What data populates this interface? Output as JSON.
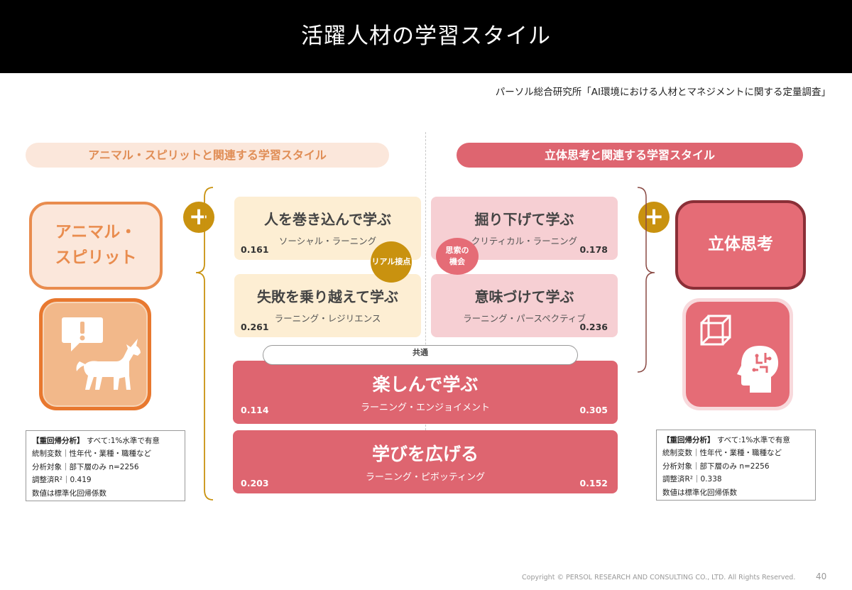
{
  "title": "活躍人材の学習スタイル",
  "source": "パーソル総合研究所「AI環境における人材とマネジメントに関する定量調査」",
  "left_header": "アニマル・スピリットと関連する学習スタイル",
  "right_header": "立体思考と関連する学習スタイル",
  "left_concept": {
    "line1": "アニマル・",
    "line2": "スピリット"
  },
  "right_concept": "立体思考",
  "plus_symbol": "+",
  "cards": {
    "social": {
      "title": "人を巻き込んで学ぶ",
      "subtitle": "ソーシャル・ラーニング",
      "left_value": "0.161"
    },
    "resilience": {
      "title": "失敗を乗り越えて学ぶ",
      "subtitle": "ラーニング・レジリエンス",
      "left_value": "0.261"
    },
    "critical": {
      "title": "掘り下げて学ぶ",
      "subtitle": "クリティカル・ラーニング",
      "right_value": "0.178"
    },
    "perspective": {
      "title": "意味づけて学ぶ",
      "subtitle": "ラーニング・パースペクティブ",
      "right_value": "0.236"
    },
    "enjoyment": {
      "title": "楽しんで学ぶ",
      "subtitle": "ラーニング・エンジョイメント",
      "left_value": "0.114",
      "right_value": "0.305"
    },
    "pivoting": {
      "title": "学びを広げる",
      "subtitle": "ラーニング・ピボッティング",
      "left_value": "0.203",
      "right_value": "0.152"
    }
  },
  "bubbles": {
    "real": "リアル接点",
    "thought": {
      "line1": "思索の",
      "line2": "機会"
    }
  },
  "common_label": "共通",
  "stats_left": {
    "heading": "【重回帰分析】",
    "significance": "すべて:1%水準で有意",
    "controls": "統制変数｜性年代・業種・職種など",
    "target": "分析対象｜部下層のみ n=2256",
    "r2": "調整済R²｜0.419",
    "note": "数値は標準化回帰係数"
  },
  "stats_right": {
    "heading": "【重回帰分析】",
    "significance": "すべて:1%水準で有意",
    "controls": "統制変数｜性年代・業種・職種など",
    "target": "分析対象｜部下層のみ n=2256",
    "r2": "調整済R²｜0.338",
    "note": "数値は標準化回帰係数"
  },
  "icons": {
    "left": [
      "exclamation-bubble-icon",
      "unicorn-icon"
    ],
    "right": [
      "cube-icon",
      "head-brain-icon"
    ]
  },
  "colors": {
    "orange": "#e98c4e",
    "pink": "#de6570",
    "gold": "#c9920f",
    "dark_red": "#8a2f37"
  },
  "copyright": "Copyright © PERSOL RESEARCH AND CONSULTING CO., LTD. All Rights Reserved.",
  "page_number": "40"
}
